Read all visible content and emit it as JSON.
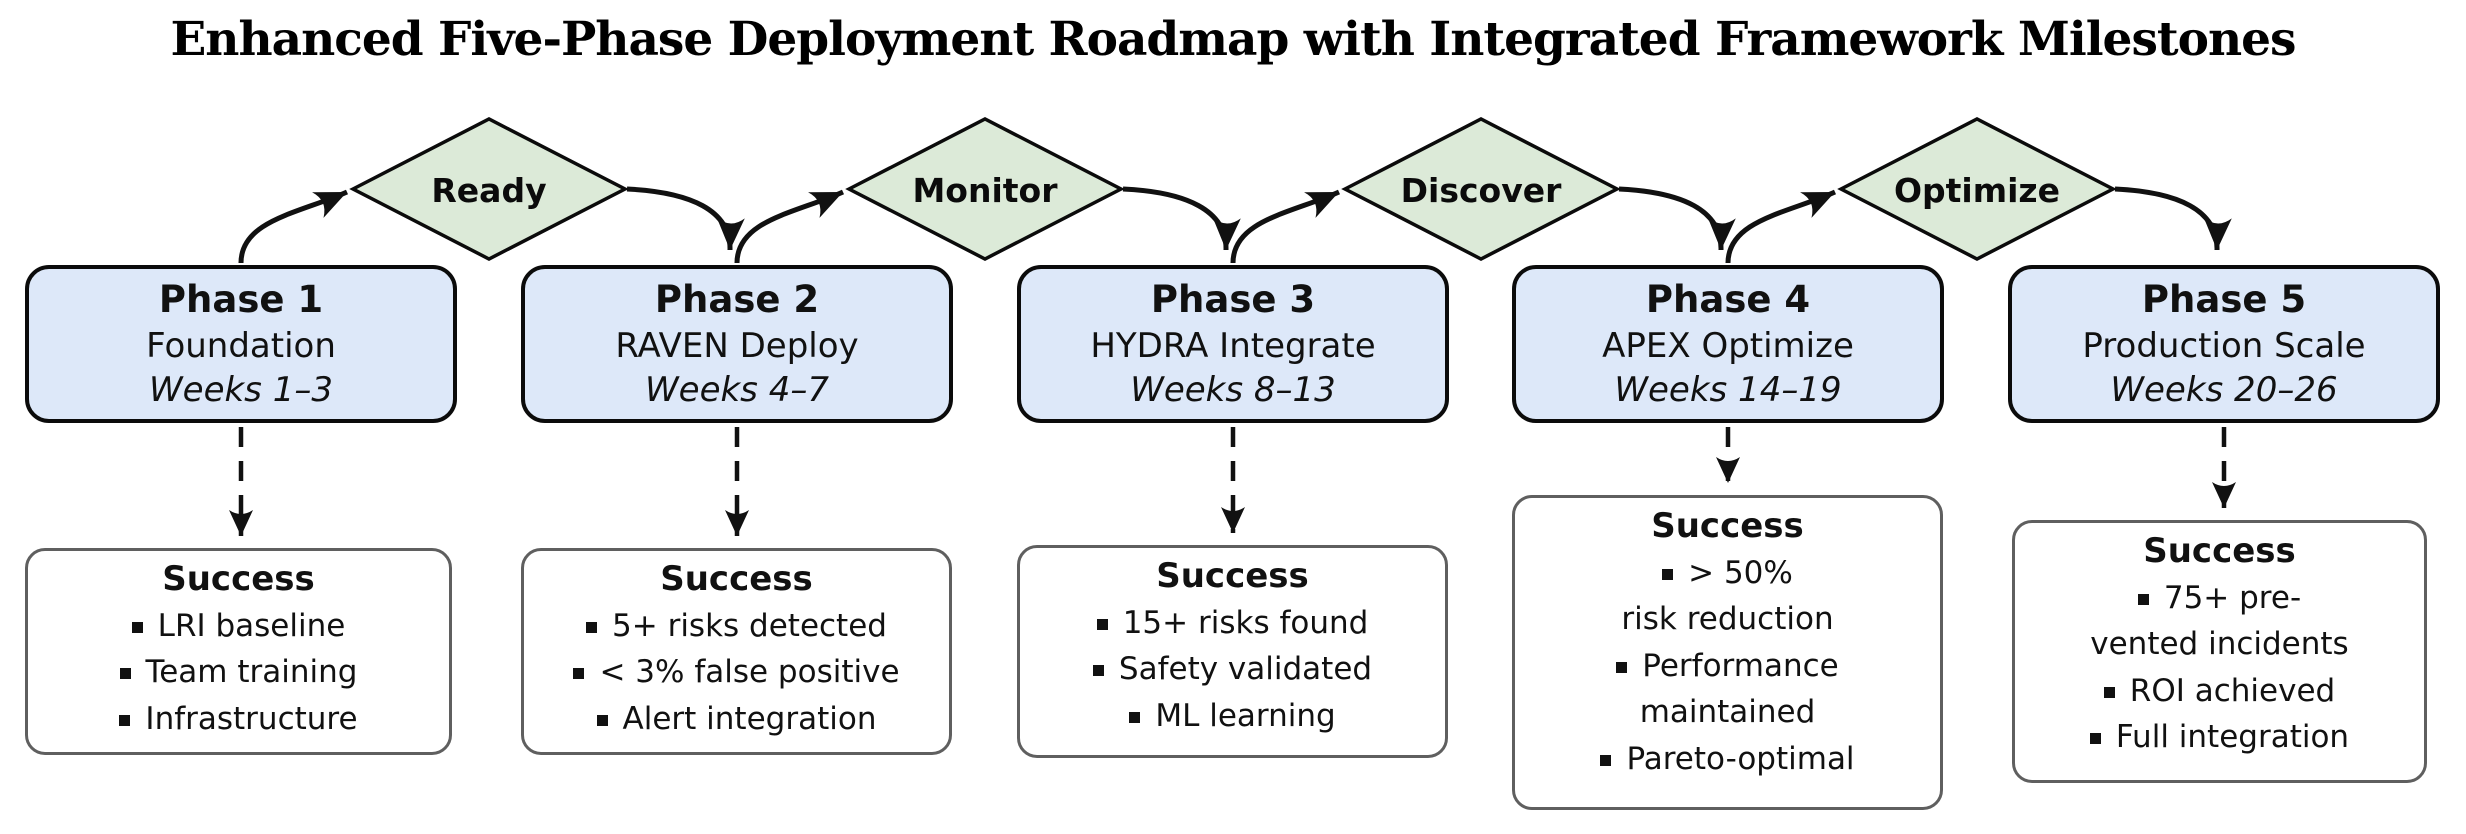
{
  "title": "Enhanced Five-Phase Deployment Roadmap with Integrated Framework Milestones",
  "colors": {
    "phase_fill": "#dde8f9",
    "phase_border": "#0b0b0b",
    "diamond_fill": "#dcead8",
    "diamond_border": "#0b0b0b",
    "success_border": "#5f5f5f",
    "arrow": "#111111"
  },
  "phases": [
    {
      "name": "Phase 1",
      "subtitle": "Foundation",
      "weeks": "Weeks 1–3"
    },
    {
      "name": "Phase 2",
      "subtitle": "RAVEN Deploy",
      "weeks": "Weeks 4–7"
    },
    {
      "name": "Phase 3",
      "subtitle": "HYDRA Integrate",
      "weeks": "Weeks 8–13"
    },
    {
      "name": "Phase 4",
      "subtitle": "APEX Optimize",
      "weeks": "Weeks 14–19"
    },
    {
      "name": "Phase 5",
      "subtitle": "Production Scale",
      "weeks": "Weeks 20–26"
    }
  ],
  "milestones": [
    {
      "label": "Ready"
    },
    {
      "label": "Monitor"
    },
    {
      "label": "Discover"
    },
    {
      "label": "Optimize"
    }
  ],
  "success_boxes": [
    {
      "heading": "Success",
      "items": [
        "LRI baseline",
        "Team training",
        "Infrastructure"
      ]
    },
    {
      "heading": "Success",
      "items": [
        "5+ risks detected",
        "< 3% false positive",
        "Alert integration"
      ]
    },
    {
      "heading": "Success",
      "items": [
        "15+ risks found",
        "Safety validated",
        "ML learning"
      ]
    },
    {
      "heading": "Success",
      "items": [
        "> 50%\nrisk reduction",
        "Performance\nmaintained",
        "Pareto-optimal"
      ]
    },
    {
      "heading": "Success",
      "items": [
        "75+ pre-\nvented incidents",
        "ROI achieved",
        "Full integration"
      ]
    }
  ]
}
